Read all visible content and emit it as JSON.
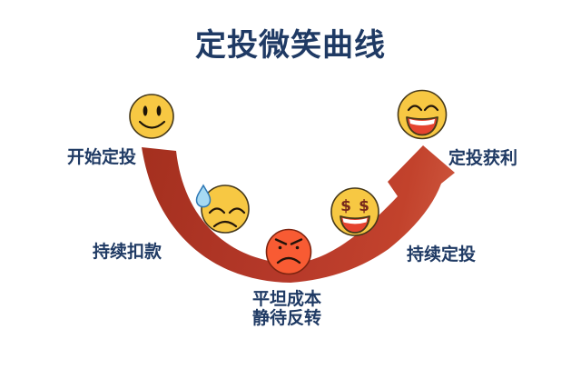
{
  "title": "定投微笑曲线",
  "stages": [
    {
      "id": "start",
      "label": "开始定投",
      "emoji": "smiling-face"
    },
    {
      "id": "deduct",
      "label": "持续扣款",
      "emoji": "worried-face-with-sweat"
    },
    {
      "id": "bottom",
      "label_line1": "平坦成本",
      "label_line2": "静待反转",
      "emoji": "angry-face"
    },
    {
      "id": "continue",
      "label": "持续定投",
      "emoji": "money-eyes-face"
    },
    {
      "id": "profit",
      "label": "定投获利",
      "emoji": "laughing-face"
    }
  ],
  "icons": {
    "money_eye_symbol": "$"
  },
  "colors": {
    "title_text": "#1f3a64",
    "label_text": "#1f3a64",
    "arrow_red_dark": "#a5301f",
    "arrow_red_mid": "#b93a28",
    "arrow_red_light": "#cf5a41",
    "face_yellow": "#f7c843",
    "face_outline": "#46391a",
    "angry_face_red": "#f85b33",
    "sweat_drop_blue": "#a6d9f2",
    "mouth_red": "#e5432f",
    "background": "#ffffff"
  }
}
